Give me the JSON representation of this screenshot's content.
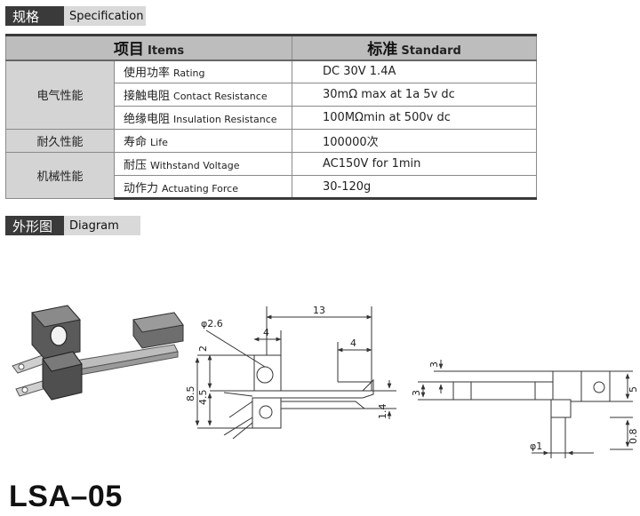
{
  "spec_section": {
    "title_cn": "规格",
    "title_en": "Specification"
  },
  "table": {
    "header": {
      "items_cn": "项目",
      "items_en": "Items",
      "standard_cn": "标准",
      "standard_en": "Standard"
    },
    "groups": {
      "electrical": "电气性能",
      "durability": "耐久性能",
      "mechanical": "机械性能"
    },
    "rows": [
      {
        "item_cn": "使用功率",
        "item_en": "Rating",
        "value": "DC 30V 1.4A"
      },
      {
        "item_cn": "接触电阻",
        "item_en": "Contact Resistance",
        "value": "30mΩ max at 1a 5v dc"
      },
      {
        "item_cn": "绝缘电阻",
        "item_en": "Insulation Resistance",
        "value": "100MΩmin at 500v dc"
      },
      {
        "item_cn": "寿命",
        "item_en": "Life",
        "value": "100000次"
      },
      {
        "item_cn": "耐压",
        "item_en": "Withstand Voltage",
        "value": "AC150V for 1min"
      },
      {
        "item_cn": "动作力",
        "item_en": "Actuating Force",
        "value": "30-120g"
      }
    ]
  },
  "diagram_section": {
    "title_cn": "外形图",
    "title_en": "Diagram"
  },
  "dimensions": {
    "d_hole": "φ2.6",
    "len_total": "13",
    "w_top": "4",
    "w_tab": "4",
    "h_2": "2",
    "h_85": "8.5",
    "h_45": "4.5",
    "h_14": "1.4",
    "side_3a": "3",
    "side_3b": "3",
    "side_5": "5",
    "side_phi1": "φ1",
    "side_08": "0.8"
  },
  "model": "LSA–05"
}
